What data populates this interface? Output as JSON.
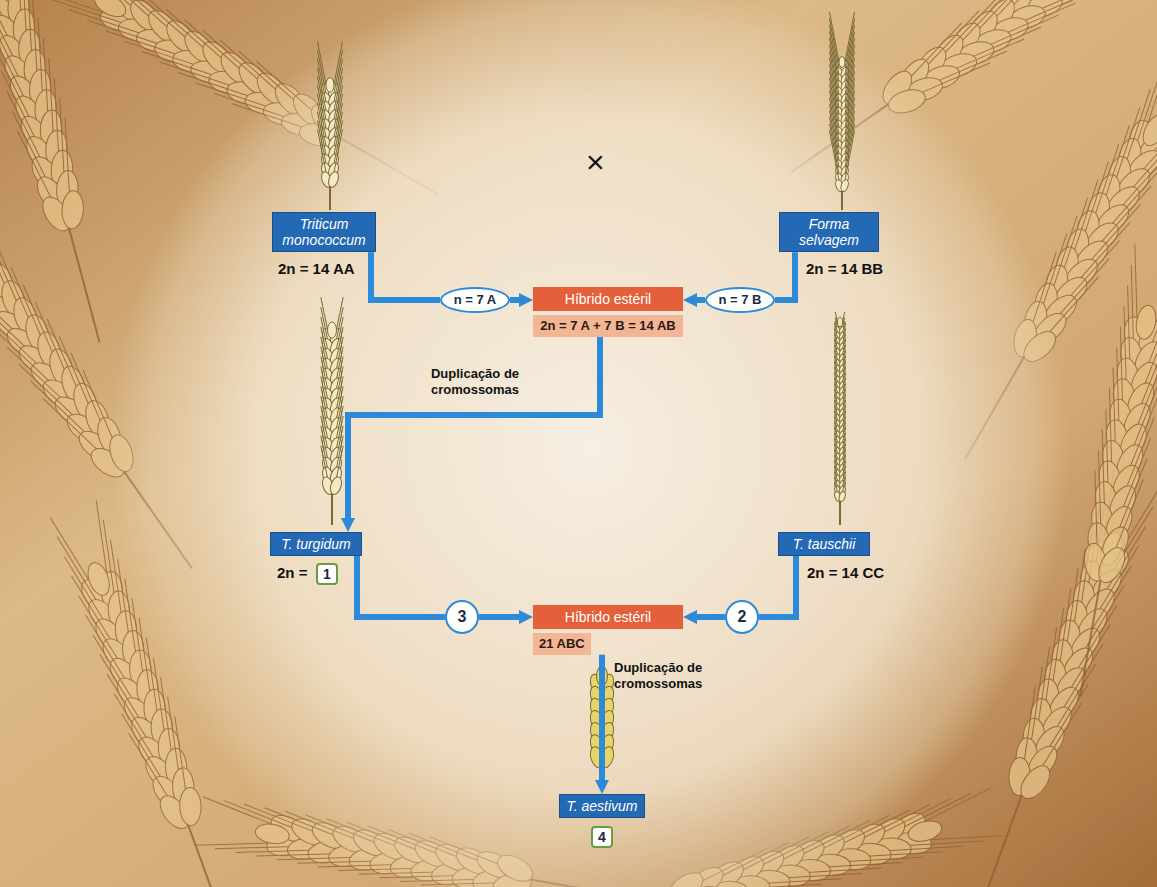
{
  "diagram": {
    "nodes": [
      {
        "text": [
          "Triticum monococcum",
          "2n = 14 AA"
        ]
      },
      {
        "text": [
          "Forma selvagem",
          "2n = 14 BB"
        ]
      },
      {
        "text": [
          "n = 7 A"
        ]
      },
      {
        "text": [
          "n = 7 B"
        ]
      },
      {
        "text": [
          "Híbrido estéril",
          "2n = 7 A + 7 B = 14 AB"
        ]
      },
      {
        "text": [
          "T. turgidum",
          "2n ="
        ]
      },
      {
        "text": [
          "1"
        ]
      },
      {
        "text": [
          "T. tauschii",
          "2n = 14 CC"
        ]
      },
      {
        "text": [
          "3"
        ]
      },
      {
        "text": [
          "2"
        ]
      },
      {
        "text": [
          "Híbrido estéril",
          "21 ABC"
        ]
      },
      {
        "text": [
          "T. aestivum"
        ]
      },
      {
        "text": [
          "4"
        ]
      }
    ],
    "edges": [
      {
        "from": 0,
        "to": 2,
        "arrow": "none"
      },
      {
        "from": 2,
        "to": 4,
        "arrow": "to"
      },
      {
        "from": 1,
        "to": 3,
        "arrow": "none"
      },
      {
        "from": 3,
        "to": 4,
        "arrow": "to"
      },
      {
        "from": 4,
        "to": 5,
        "label": "Duplicação de cromossomas",
        "arrow": "to"
      },
      {
        "from": 5,
        "to": 8,
        "arrow": "none"
      },
      {
        "from": 8,
        "to": 10,
        "arrow": "to"
      },
      {
        "from": 7,
        "to": 9,
        "arrow": "none"
      },
      {
        "from": 9,
        "to": 10,
        "arrow": "to"
      },
      {
        "from": 10,
        "to": 11,
        "label": "Duplicação de cromossomas",
        "arrow": "to"
      }
    ],
    "labels": [
      "×"
    ]
  }
}
